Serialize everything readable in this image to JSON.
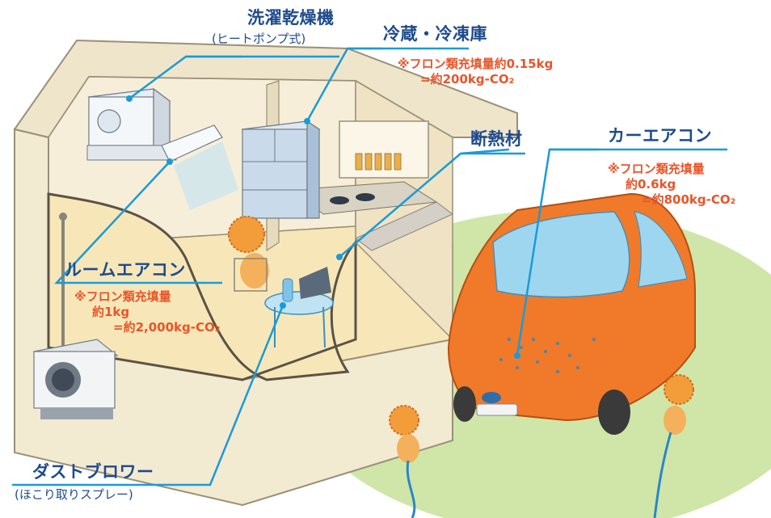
{
  "labels": {
    "washer": {
      "title": "洗濯乾燥機",
      "sub": "(ヒートポンプ式)"
    },
    "fridge": {
      "title": "冷蔵・冷凍庫",
      "notes": [
        "※フロン類充填量約0.15kg",
        "=約200kg-CO₂"
      ]
    },
    "insulation": {
      "title": "断熱材"
    },
    "car_ac": {
      "title": "カーエアコン",
      "notes": [
        "※フロン類充填量",
        "約0.6kg",
        "=約800kg-CO₂"
      ]
    },
    "room_ac": {
      "title": "ルームエアコン",
      "notes": [
        "※フロン類充填量",
        "約1kg",
        "=約2,000kg-CO₂"
      ]
    },
    "dust_blower": {
      "title": "ダストブロワー",
      "sub": "(ほこり取りスプレー)"
    }
  },
  "colors": {
    "title_text": "#1e4b8c",
    "note_text": "#e8552a",
    "leader_line": "#1a9bd7",
    "ground": "#cfe6a8",
    "wall": "#f3ead2",
    "wall_edge": "#9a8f78",
    "floor": "#f7e7b8",
    "car": "#f07a2a",
    "glass": "#9fd6ef"
  },
  "icons": [
    "washer-icon",
    "air-conditioner-icon",
    "outdoor-unit-icon",
    "refrigerator-icon",
    "car-icon",
    "character-icon",
    "spray-can-icon"
  ]
}
